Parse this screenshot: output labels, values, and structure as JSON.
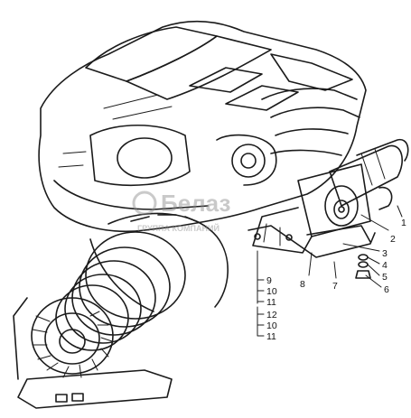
{
  "callouts": [
    {
      "id": "1",
      "text": "1"
    },
    {
      "id": "2",
      "text": "2"
    },
    {
      "id": "3",
      "text": "3"
    },
    {
      "id": "4",
      "text": "4"
    },
    {
      "id": "5",
      "text": "5"
    },
    {
      "id": "6",
      "text": "6"
    },
    {
      "id": "7",
      "text": "7"
    },
    {
      "id": "8",
      "text": "8"
    },
    {
      "id": "9",
      "text": "9"
    },
    {
      "id": "10a",
      "text": "10"
    },
    {
      "id": "11a",
      "text": "11"
    },
    {
      "id": "12",
      "text": "12"
    },
    {
      "id": "10b",
      "text": "10"
    },
    {
      "id": "11b",
      "text": "11"
    }
  ],
  "watermark": {
    "brand": "Белаз",
    "sub": "ГРУППА КОМПАНИЙ"
  },
  "colors": {
    "ink": "#1b1b1b",
    "background": "#ffffff",
    "watermark": "#8a8a8a"
  }
}
